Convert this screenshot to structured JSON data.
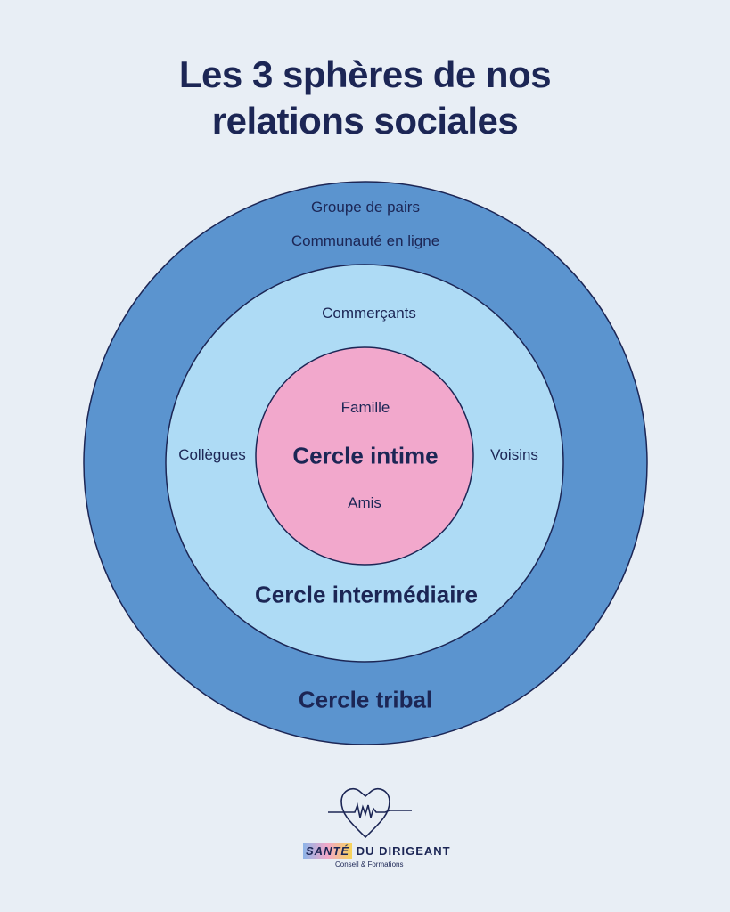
{
  "title": {
    "line1": "Les 3 sphères de nos",
    "line2": "relations sociales"
  },
  "colors": {
    "outer": "#5b94cf",
    "middle": "#aedbf5",
    "inner": "#f2a8cc",
    "text": "#1c2655"
  },
  "outer": {
    "label": "Cercle tribal",
    "items": [
      "Groupe de pairs",
      "Communauté en ligne"
    ]
  },
  "middle": {
    "label": "Cercle intermédiaire",
    "items": [
      "Commerçants",
      "Collègues",
      "Voisins"
    ]
  },
  "inner": {
    "label": "Cercle intime",
    "items": [
      "Famille",
      "Amis"
    ]
  },
  "logo": {
    "brand1": "SANTÉ",
    "brand2": "DU DIRIGEANT",
    "tagline": "Conseil & Formations"
  }
}
